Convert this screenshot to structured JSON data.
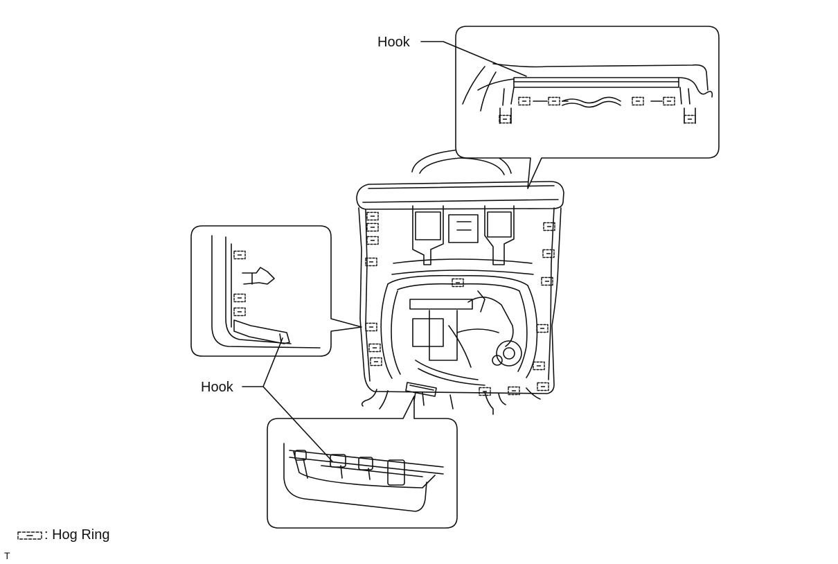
{
  "callouts": {
    "top_label": "Hook",
    "bottom_label": "Hook"
  },
  "legend": {
    "symbol_icon": "hog-ring-symbol-icon",
    "text": ": Hog Ring"
  },
  "figure_code": "T",
  "colors": {
    "line": "#111111",
    "background": "#ffffff"
  }
}
